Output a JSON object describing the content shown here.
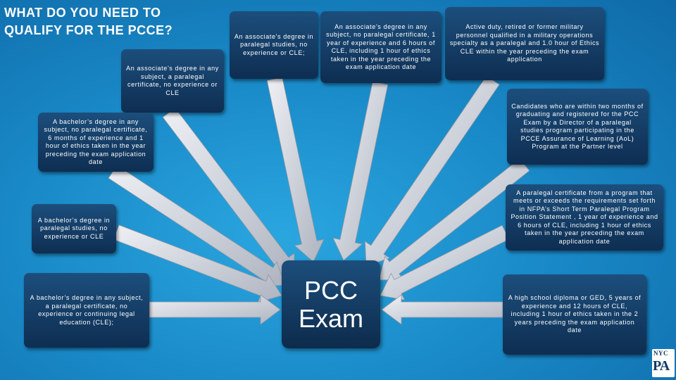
{
  "title": "WHAT DO YOU NEED TO QUALIFY FOR THE PCCE?",
  "center_label_line1": "PCC",
  "center_label_line2": "Exam",
  "options": [
    "An associate’s degree in any subject, a paralegal certificate, no experience or CLE",
    "An associate’s degree in paralegal studies, no experience or CLE;",
    "An associate’s degree in any subject, no paralegal certificate, 1 year of experience and 6 hours of CLE, including 1 hour of ethics taken in the year preceding the exam application date",
    "Active duty, retired or former military personnel qualified in a military operations specialty as a paralegal and 1.0 hour of Ethics CLE within the year preceding the exam application",
    "A bachelor’s degree in any subject, no paralegal certificate, 6 months of experience and 1 hour of ethics taken in the year preceding the exam application date",
    "Candidates who are within two months of graduating and registered for the PCC Exam by a Director of a paralegal studies program participating in the PCCE Assurance of Learning (AoL) Program at the Partner level",
    "A bachelor’s degree in paralegal studies, no experience or CLE",
    "A paralegal certificate from a program that meets or exceeds the requirements set forth in NFPA’s Short Term Paralegal Program Position Statement , 1 year of experience and 6 hours of CLE, including 1 hour of ethics taken in the year preceding the exam application date",
    "A bachelor’s degree in any subject, a paralegal certificate, no experience or continuing legal education (CLE);",
    "A high school diploma or GED, 5 years of experience and 12 hours of CLE, including 1 hour of ethics taken in the 2 years preceding the exam application date"
  ],
  "logo": {
    "text_top": "NYC",
    "text_bottom": "PA"
  },
  "colors": {
    "background": "#1a8bc9",
    "box": "#123d66",
    "arrow": "#d8dce4"
  }
}
